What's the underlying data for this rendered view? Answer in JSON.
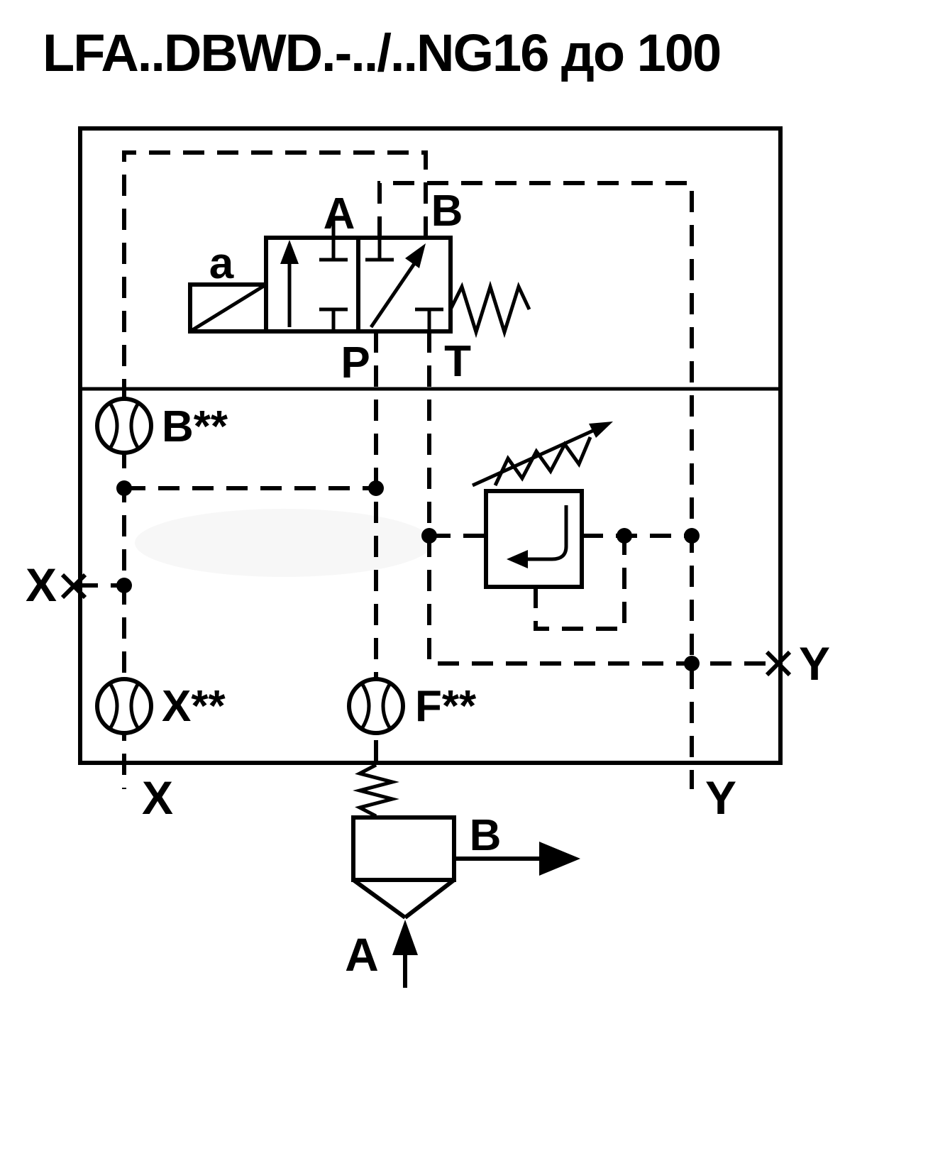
{
  "title": "LFA..DBWD.-../..NG16 до 100",
  "pilot_valve": {
    "solenoid_label": "a",
    "port_a": "A",
    "port_b": "B",
    "port_p": "P",
    "port_t": "T"
  },
  "orifices": {
    "b_label": "B**",
    "x_label": "X**",
    "f_label": "F**"
  },
  "ports": {
    "x_left": "X",
    "x_bottom": "X",
    "y_right": "Y",
    "y_bottom": "Y"
  },
  "main_valve": {
    "port_a": "A",
    "port_b": "B"
  },
  "colors": {
    "line": "#000000",
    "background": "#ffffff"
  }
}
